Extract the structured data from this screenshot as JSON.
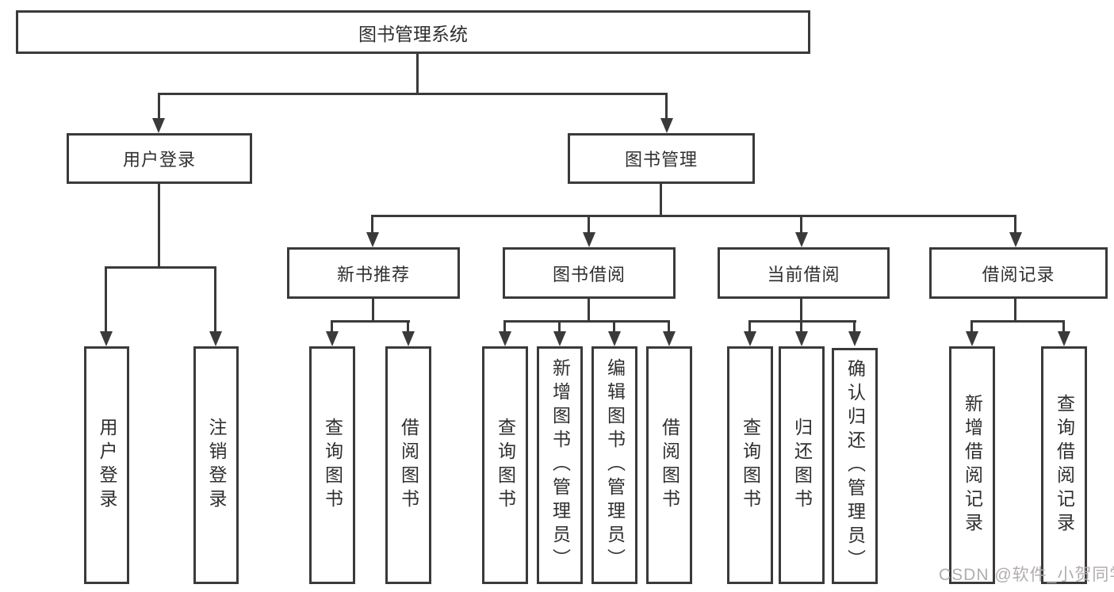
{
  "diagram": {
    "root": {
      "label": "图书管理系统"
    },
    "branches": [
      {
        "label": "用户登录",
        "children": [
          {
            "label": "用户登录"
          },
          {
            "label": "注销登录"
          }
        ]
      },
      {
        "label": "图书管理",
        "children": [
          {
            "label": "新书推荐",
            "children": [
              {
                "label": "查询图书"
              },
              {
                "label": "借阅图书"
              }
            ]
          },
          {
            "label": "图书借阅",
            "children": [
              {
                "label": "查询图书"
              },
              {
                "label": "新增图书（管理员）"
              },
              {
                "label": "编辑图书（管理员）"
              },
              {
                "label": "借阅图书"
              }
            ]
          },
          {
            "label": "当前借阅",
            "children": [
              {
                "label": "查询图书"
              },
              {
                "label": "归还图书"
              },
              {
                "label": "确认归还（管理员）"
              }
            ]
          },
          {
            "label": "借阅记录",
            "children": [
              {
                "label": "新增借阅记录"
              },
              {
                "label": "查询借阅记录"
              }
            ]
          }
        ]
      }
    ],
    "watermark": "CSDN @软件_小贺同学",
    "colors": {
      "line": "#3a3a3a",
      "text": "#2f2f2f",
      "background": "#ffffff",
      "watermark": "#b3acac"
    }
  }
}
